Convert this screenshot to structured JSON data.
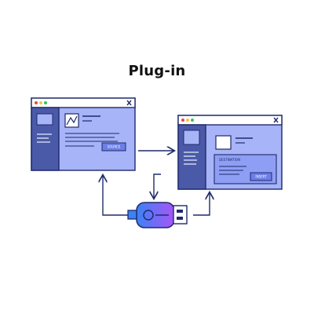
{
  "title": "Plug-in",
  "source_window": {
    "button_label": "SOURCE"
  },
  "destination_window": {
    "panel_label": "DESTINATION",
    "button_label": "INSERT"
  },
  "colors": {
    "outline": "#1f2a6b",
    "window_fill": "#a7b4f7",
    "sidebar_fill": "#4a5aa8",
    "panel_fill": "#8e9ef4",
    "usb_gradient_start": "#3b82f6",
    "usb_gradient_end": "#a855f7",
    "dot_red": "#e5484d",
    "dot_yellow": "#f5c542",
    "dot_green": "#3cbf5a"
  },
  "icons": [
    "chart-icon",
    "close-icon",
    "usb-plug-icon",
    "image-placeholder-icon"
  ]
}
